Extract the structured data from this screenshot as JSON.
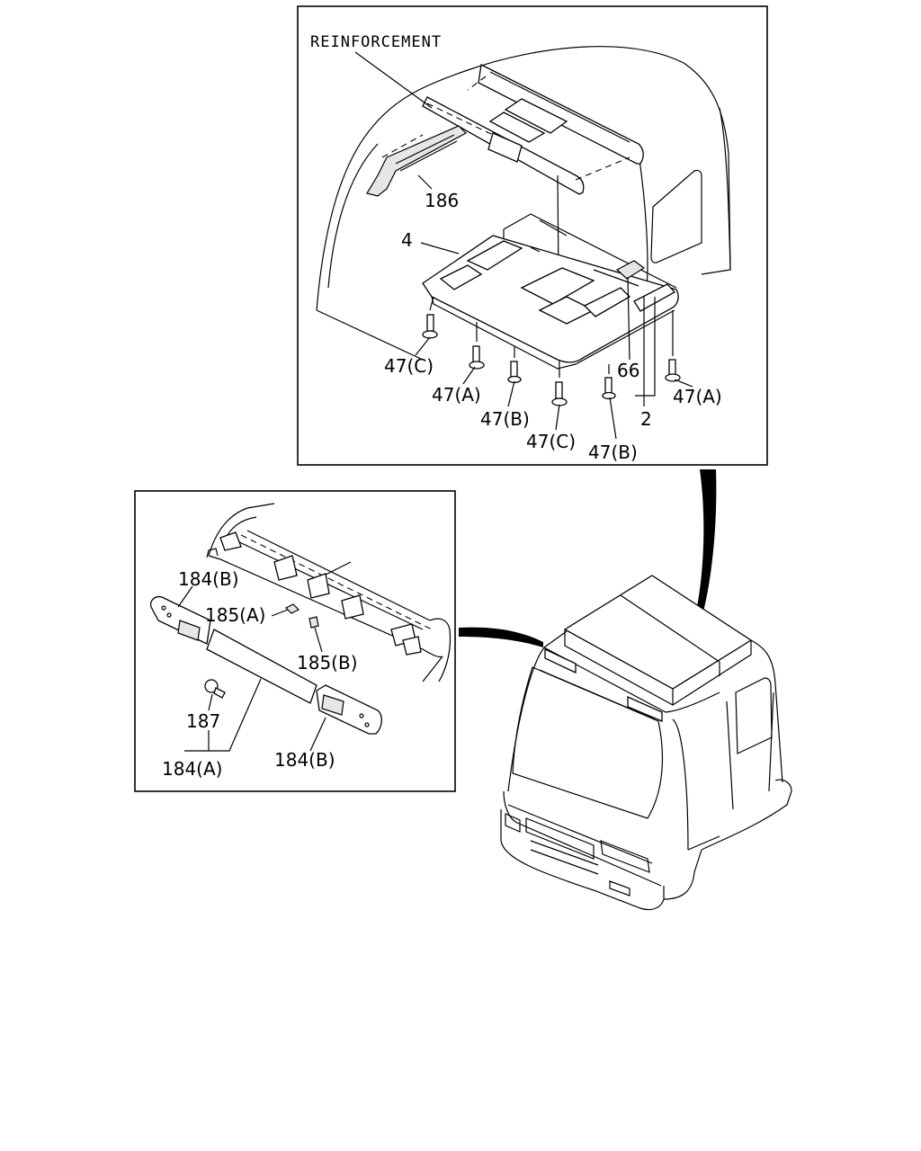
{
  "top_inset": {
    "labels": {
      "reinforcement": "REINFORCEMENT",
      "p186": "186",
      "p4": "4",
      "p47c_left": "47(C)",
      "p47a_left": "47(A)",
      "p47b_left": "47(B)",
      "p47c_center": "47(C)",
      "p47b_right": "47(B)",
      "p66": "66",
      "p47a_right": "47(A)",
      "p2": "2"
    }
  },
  "left_inset": {
    "labels": {
      "p184b_top": "184(B)",
      "p185a": "185(A)",
      "p185b": "185(B)",
      "p187": "187",
      "p184a": "184(A)",
      "p184b_bottom": "184(B)"
    }
  }
}
